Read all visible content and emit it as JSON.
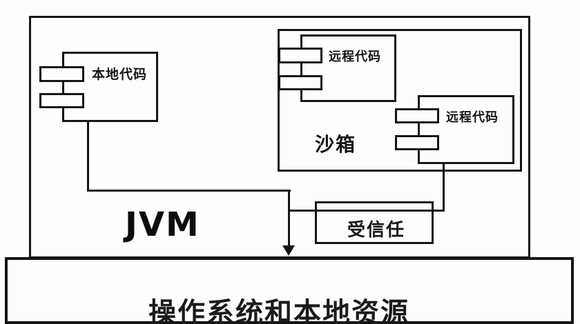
{
  "diagram": {
    "jvm": {
      "label": "JVM"
    },
    "local_code": {
      "label": "本地代码",
      "type": "uml-component"
    },
    "sandbox": {
      "label": "沙箱"
    },
    "remote_code_top": {
      "label": "远程代码",
      "type": "uml-component"
    },
    "remote_code_bottom": {
      "label": "远程代码",
      "type": "uml-component"
    },
    "trusted": {
      "label": "受信任"
    },
    "os": {
      "label": "操作系统和本地资源"
    },
    "colors": {
      "line": "#141414",
      "background": "#fdfdfd"
    },
    "edges": [
      {
        "from": "local_code",
        "to": "os",
        "arrow": true
      },
      {
        "from": "local_code",
        "to": "trusted",
        "arrow": false
      },
      {
        "from": "remote_code_bottom",
        "to": "trusted",
        "arrow": false
      }
    ]
  }
}
